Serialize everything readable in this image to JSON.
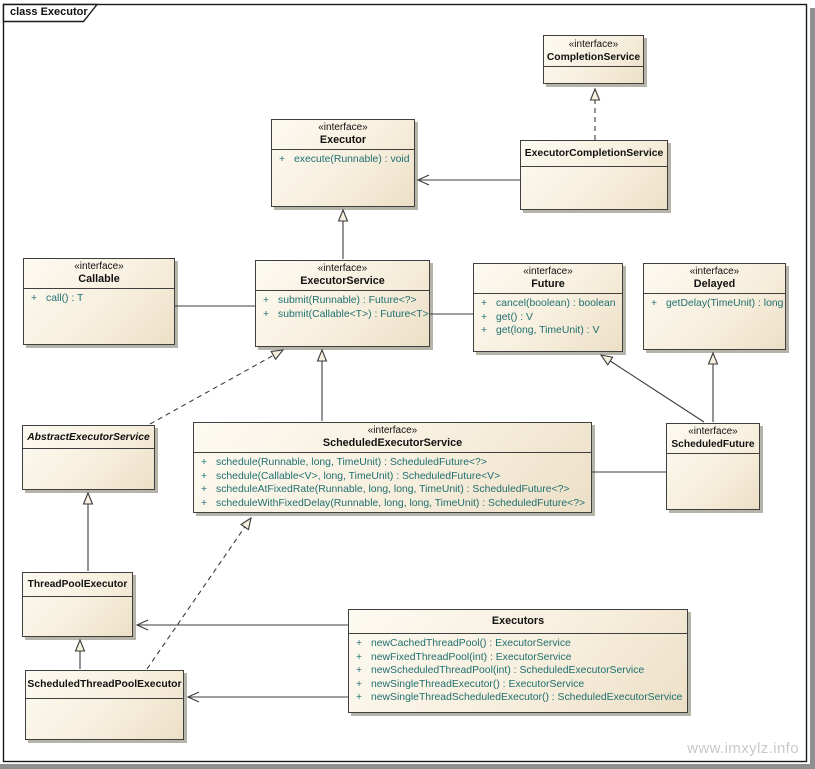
{
  "frame": {
    "tab_label": "class Executor"
  },
  "watermark": {
    "text": "www.imxylz.info"
  },
  "colors": {
    "box_fill_light": "#FDFAF1",
    "box_fill_dark": "#ECDFC6",
    "box_border": "#3F3F3F",
    "box_shadow": "#B6B3A9",
    "method_text": "#1F6F6F",
    "connector": "#3C3C3C",
    "arrowhead_fill": "#F7EFDF",
    "watermark_text": "#C9C9C9"
  },
  "classes": {
    "completion_service": {
      "stereotype": "«interface»",
      "name": "CompletionService",
      "methods": []
    },
    "executor": {
      "stereotype": "«interface»",
      "name": "Executor",
      "methods": [
        {
          "visibility": "+",
          "signature": "execute(Runnable) : void"
        }
      ]
    },
    "executor_completion_service": {
      "name": "ExecutorCompletionService",
      "methods": []
    },
    "callable": {
      "stereotype": "«interface»",
      "name": "Callable",
      "methods": [
        {
          "visibility": "+",
          "signature": "call() : T"
        }
      ]
    },
    "executor_service": {
      "stereotype": "«interface»",
      "name": "ExecutorService",
      "methods": [
        {
          "visibility": "+",
          "signature": "submit(Runnable) : Future<?>"
        },
        {
          "visibility": "+",
          "signature": "submit(Callable<T>) : Future<T>"
        }
      ]
    },
    "future": {
      "stereotype": "«interface»",
      "name": "Future",
      "methods": [
        {
          "visibility": "+",
          "signature": "cancel(boolean) : boolean"
        },
        {
          "visibility": "+",
          "signature": "get() : V"
        },
        {
          "visibility": "+",
          "signature": "get(long, TimeUnit) : V"
        }
      ]
    },
    "delayed": {
      "stereotype": "«interface»",
      "name": "Delayed",
      "methods": [
        {
          "visibility": "+",
          "signature": "getDelay(TimeUnit) : long"
        }
      ]
    },
    "abstract_executor_service": {
      "name": "AbstractExecutorService",
      "methods": []
    },
    "scheduled_executor_service": {
      "stereotype": "«interface»",
      "name": "ScheduledExecutorService",
      "methods": [
        {
          "visibility": "+",
          "signature": "schedule(Runnable, long, TimeUnit) : ScheduledFuture<?>"
        },
        {
          "visibility": "+",
          "signature": "schedule(Callable<V>, long, TimeUnit) : ScheduledFuture<V>"
        },
        {
          "visibility": "+",
          "signature": "scheduleAtFixedRate(Runnable, long, long, TimeUnit) : ScheduledFuture<?>"
        },
        {
          "visibility": "+",
          "signature": "scheduleWithFixedDelay(Runnable, long, long, TimeUnit) : ScheduledFuture<?>"
        }
      ]
    },
    "scheduled_future": {
      "stereotype": "«interface»",
      "name": "ScheduledFuture",
      "methods": []
    },
    "thread_pool_executor": {
      "name": "ThreadPoolExecutor",
      "methods": []
    },
    "executors": {
      "name": "Executors",
      "methods": [
        {
          "visibility": "+",
          "signature": "newCachedThreadPool() : ExecutorService"
        },
        {
          "visibility": "+",
          "signature": "newFixedThreadPool(int) : ExecutorService"
        },
        {
          "visibility": "+",
          "signature": "newScheduledThreadPool(int) : ScheduledExecutorService"
        },
        {
          "visibility": "+",
          "signature": "newSingleThreadExecutor() : ExecutorService"
        },
        {
          "visibility": "+",
          "signature": "newSingleThreadScheduledExecutor() : ScheduledExecutorService"
        }
      ]
    },
    "scheduled_thread_pool_executor": {
      "name": "ScheduledThreadPoolExecutor",
      "methods": []
    }
  },
  "relationships": [
    {
      "from": "ExecutorCompletionService",
      "to": "CompletionService",
      "type": "realization"
    },
    {
      "from": "ExecutorCompletionService",
      "to": "Executor",
      "type": "association"
    },
    {
      "from": "ExecutorService",
      "to": "Executor",
      "type": "generalization"
    },
    {
      "from": "Callable",
      "to": "ExecutorService",
      "type": "association"
    },
    {
      "from": "ExecutorService",
      "to": "Future",
      "type": "association"
    },
    {
      "from": "AbstractExecutorService",
      "to": "ExecutorService",
      "type": "realization"
    },
    {
      "from": "ScheduledExecutorService",
      "to": "ExecutorService",
      "type": "generalization"
    },
    {
      "from": "ScheduledFuture",
      "to": "Future",
      "type": "generalization"
    },
    {
      "from": "ScheduledFuture",
      "to": "Delayed",
      "type": "generalization"
    },
    {
      "from": "ScheduledExecutorService",
      "to": "ScheduledFuture",
      "type": "association"
    },
    {
      "from": "ThreadPoolExecutor",
      "to": "AbstractExecutorService",
      "type": "generalization"
    },
    {
      "from": "ScheduledThreadPoolExecutor",
      "to": "ThreadPoolExecutor",
      "type": "generalization"
    },
    {
      "from": "ScheduledThreadPoolExecutor",
      "to": "ScheduledExecutorService",
      "type": "realization"
    },
    {
      "from": "Executors",
      "to": "ThreadPoolExecutor",
      "type": "association"
    },
    {
      "from": "Executors",
      "to": "ScheduledThreadPoolExecutor",
      "type": "association"
    }
  ]
}
